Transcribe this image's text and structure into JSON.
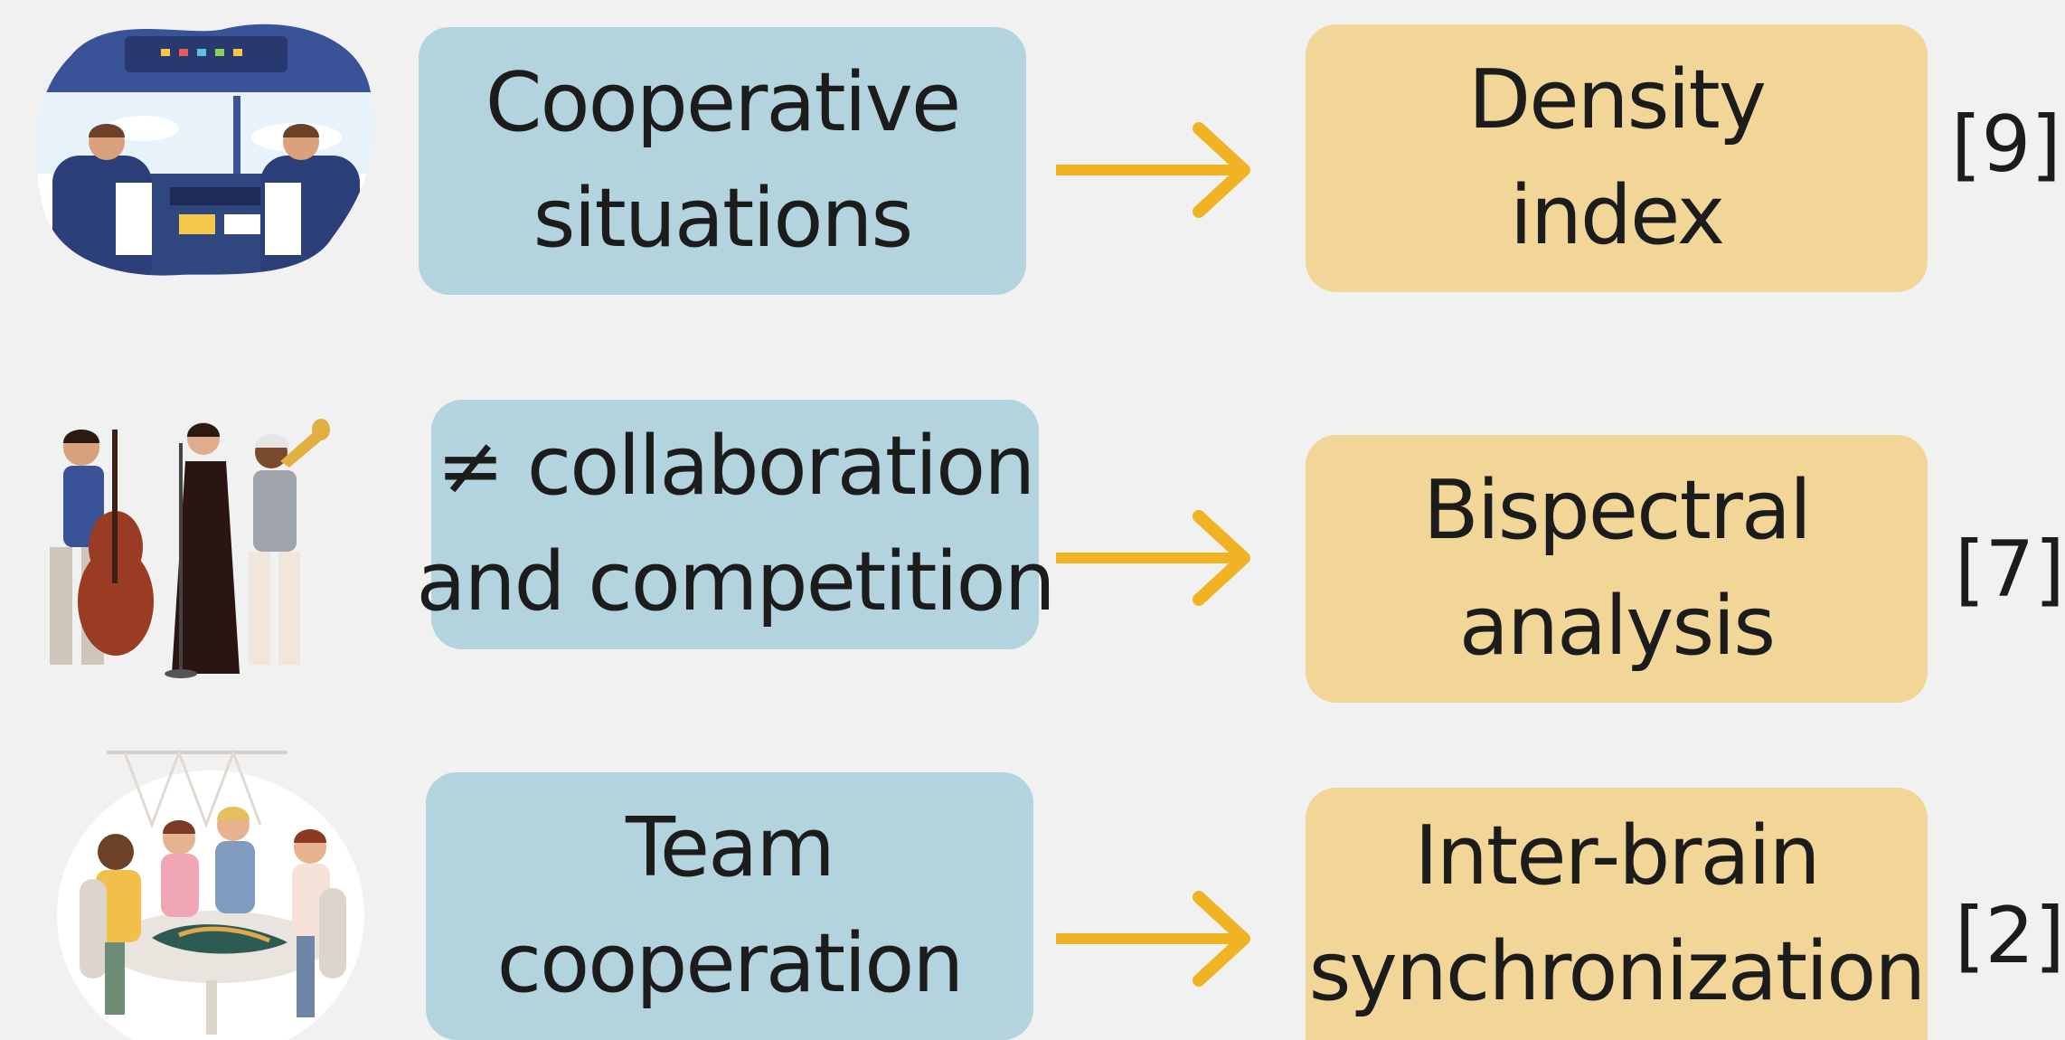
{
  "rows": [
    {
      "illustration_icon": "cockpit-pilots-illustration",
      "concept_lines": [
        "Cooperative",
        "situations"
      ],
      "method_lines": [
        "Density",
        "index"
      ],
      "reference": "[9]"
    },
    {
      "illustration_icon": "jazz-band-illustration",
      "concept_lines": [
        "≠ collaboration",
        "and competition"
      ],
      "method_lines": [
        "Bispectral",
        "analysis"
      ],
      "reference": "[7]"
    },
    {
      "illustration_icon": "team-painting-illustration",
      "concept_lines": [
        "Team",
        "cooperation"
      ],
      "method_lines": [
        "Inter-brain",
        "synchronization"
      ],
      "reference": "[2]"
    }
  ],
  "colors": {
    "concept_box": "#b3d4df",
    "method_box": "#f1d697",
    "arrow": "#f0b323",
    "background": "#f1f1f1"
  }
}
